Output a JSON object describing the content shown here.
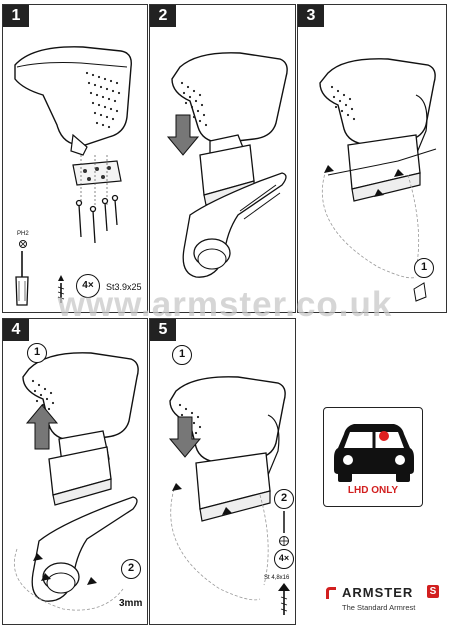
{
  "steps": [
    {
      "number": "1"
    },
    {
      "number": "2"
    },
    {
      "number": "3"
    },
    {
      "number": "4"
    },
    {
      "number": "5"
    }
  ],
  "step1": {
    "screwdriver_label": "PH2",
    "quantity": "4×",
    "screw_size": "St3.9x25"
  },
  "step3": {
    "callout": "1"
  },
  "step4": {
    "callout_a": "1",
    "callout_b": "2",
    "measurement": "3mm"
  },
  "step5": {
    "callout_a": "1",
    "callout_b": "2",
    "quantity": "4×",
    "screw_size": "St 4,8x16"
  },
  "watermark": "www.armster.co.uk",
  "notice": {
    "text": "LHD ONLY",
    "dot_color": "#e02020"
  },
  "brand": {
    "name": "ARMSTER",
    "badge": "S",
    "tagline": "The Standard Armrest",
    "accent": "#d21f1f"
  }
}
